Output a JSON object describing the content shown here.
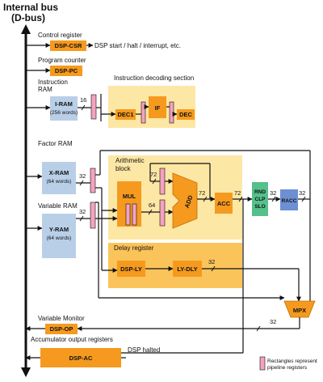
{
  "title": {
    "line1": "Internal bus",
    "line2": "(D-bus)"
  },
  "labels": {
    "control_register": "Control register",
    "dsp_control_desc": "DSP start / halt / interrupt, etc.",
    "program_counter": "Program counter",
    "instruction_ram": "Instruction",
    "instruction_ram2": "RAM",
    "instruction_decoding": "Instruction decoding section",
    "factor_ram": "Factor RAM",
    "arithmetic_block": "Arithmetic",
    "arithmetic_block2": "block",
    "variable_ram": "Variable RAM",
    "delay_register": "Delay register",
    "variable_monitor": "Variable Monitor",
    "accumulator_output": "Accumulator output registers",
    "dsp_halted": "DSP halted",
    "legend_line1": "Rectangles represent",
    "legend_line2": "pipeline registers"
  },
  "blocks": {
    "dsp_csr": "DSP-CSR",
    "dsp_pc": "DSP-PC",
    "iram": "I-RAM",
    "iram_words": "(256 words)",
    "dec1": "DEC1",
    "if": "IF",
    "dec": "DEC",
    "xram": "X-RAM",
    "xram_words": "(64 words)",
    "yram": "Y-RAM",
    "yram_words": "(64 words)",
    "mul": "MUL",
    "add": "ADD",
    "acc": "ACC",
    "rnd1": "RND",
    "rnd2": "CLP",
    "rnd3": "SLO",
    "racc": "RACC",
    "dsp_ly": "DSP-LY",
    "ly_dly": "LY-DLY",
    "mpx": "MPX",
    "dsp_op": "DSP-OP",
    "dsp_ac": "DSP-AC"
  },
  "bitwidths": {
    "iram_out": "16",
    "xram_out": "32",
    "yram_out": "32",
    "add_fb": "72",
    "mul_out": "64",
    "add_out": "72",
    "acc_out": "72",
    "rnd_out": "32",
    "racc_out": "32",
    "delay": "32",
    "monitor": "32"
  },
  "colors": {
    "block_blue": "#b9cfe8",
    "block_orange": "#f59a1e",
    "section_yellow": "#fde7a4",
    "delay_orange": "#fbc45a",
    "pipeline_pink": "#f4a3bf",
    "rnd_green": "#55c08a",
    "racc_blue": "#6d8fd3"
  }
}
